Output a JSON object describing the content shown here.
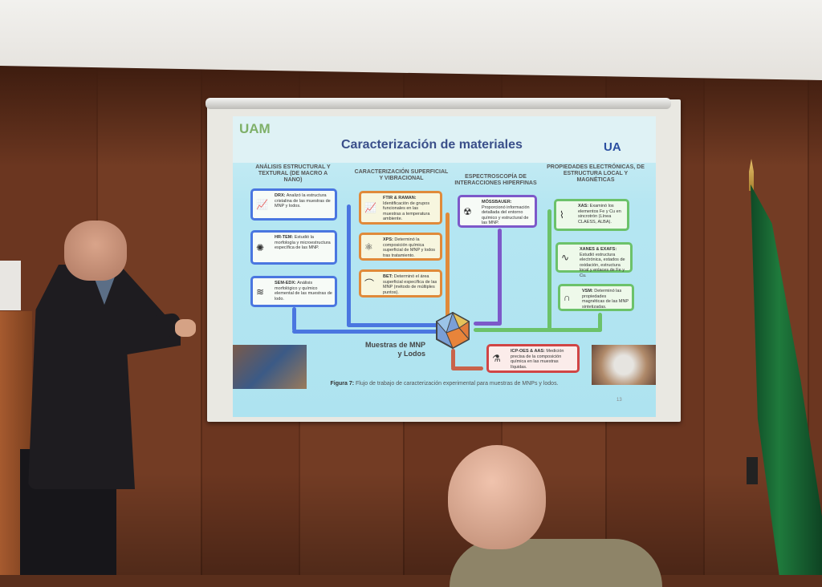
{
  "slide": {
    "title": "Caracterización de materiales",
    "logo_left": "UAM",
    "logo_right": "UA",
    "page_number": "13",
    "caption_label": "Figura 7:",
    "caption_text": "Flujo de trabajo de caracterización experimental para muestras de MNPs y lodos.",
    "hub_label_1": "Muestras de MNP",
    "hub_label_2": "y Lodos",
    "columns": [
      {
        "header": "ANÁLISIS ESTRUCTURAL Y TEXTURAL (DE MACRO A NANO)",
        "items": [
          {
            "name": "DRX:",
            "text": "Analizó la estructura cristalina de las muestras de MNP y lodos.",
            "icon": "spectrum-icon"
          },
          {
            "name": "HR-TEM:",
            "text": "Estudió la morfología y microestructura específica de las MNP.",
            "icon": "particle-icon"
          },
          {
            "name": "SEM-EDX:",
            "text": "Análisis morfológico y químico elemental de las muestras de lodo.",
            "icon": "surface-beam-icon"
          }
        ]
      },
      {
        "header": "CARACTERIZACIÓN SUPERFICIAL Y VIBRACIONAL",
        "items": [
          {
            "name": "FTIR & RAMAN:",
            "text": "Identificación de grupos funcionales en las muestras a temperatura ambiente.",
            "icon": "spectrum-icon"
          },
          {
            "name": "XPS:",
            "text": "Determinó la composición química superficial de MNP y lodos tras tratamiento.",
            "icon": "atom-icon"
          },
          {
            "name": "BET:",
            "text": "Determinó el área superficial específica de las MNP (método de múltiples puntos).",
            "icon": "isotherm-icon"
          }
        ]
      },
      {
        "header": "ESPECTROSCOPÍA DE INTERACCIONES HIPERFINAS",
        "items": [
          {
            "name": "MÖSSBAUER:",
            "text": "Proporcionó información detallada del entorno químico y estructural de las MNP.",
            "icon": "radiation-icon"
          }
        ]
      },
      {
        "header": "PROPIEDADES ELECTRÓNICAS, DE ESTRUCTURA LOCAL Y MAGNÉTICAS",
        "items": [
          {
            "name": "XAS:",
            "text": "Examinó los elementos Fe y Cu en sincrotrón (Línea CLAESS, ALBA).",
            "icon": "absorption-icon"
          },
          {
            "name": "XANES & EXAFS:",
            "text": "Estudió estructura electrónica, estados de oxidación, estructura local y enlaces de Fe y Cu.",
            "icon": "oscillation-icon"
          },
          {
            "name": "VSM:",
            "text": "Determinó las propiedades magnéticas de las MNP sintetizadas.",
            "icon": "magnet-icon"
          }
        ]
      }
    ],
    "extra": {
      "name": "ICP-OES & AAS:",
      "text": "Medición precisa de la composición química en las muestras líquidas.",
      "icon": "flask-icon"
    }
  },
  "colors": {
    "blue": "#4a76e0",
    "orange": "#e08a3a",
    "purple": "#7d58c9",
    "green": "#6cc26a",
    "red": "#d04545"
  }
}
